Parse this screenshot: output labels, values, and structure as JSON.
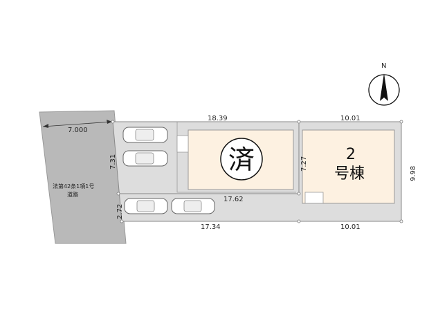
{
  "compass": {
    "label": "N"
  },
  "road": {
    "width": "7.000",
    "line1": "法第42条1項1号",
    "line2": "道路"
  },
  "dimensions": {
    "top_left": "18.39",
    "top_right": "10.01",
    "bottom_left": "17.34",
    "bottom_right": "10.01",
    "right_side": "9.98",
    "left_upper": "7.31",
    "left_lower": "2.72",
    "middle_vertical": "7.27",
    "inner_lower": "17.62"
  },
  "lots": {
    "lot1": {
      "status": "済"
    },
    "lot2": {
      "number": "2",
      "label": "号棟"
    }
  },
  "colors": {
    "road": "#b8b8b8",
    "lot": "#dcdcdc",
    "building": "#fdf1e1",
    "outline": "#888888"
  }
}
